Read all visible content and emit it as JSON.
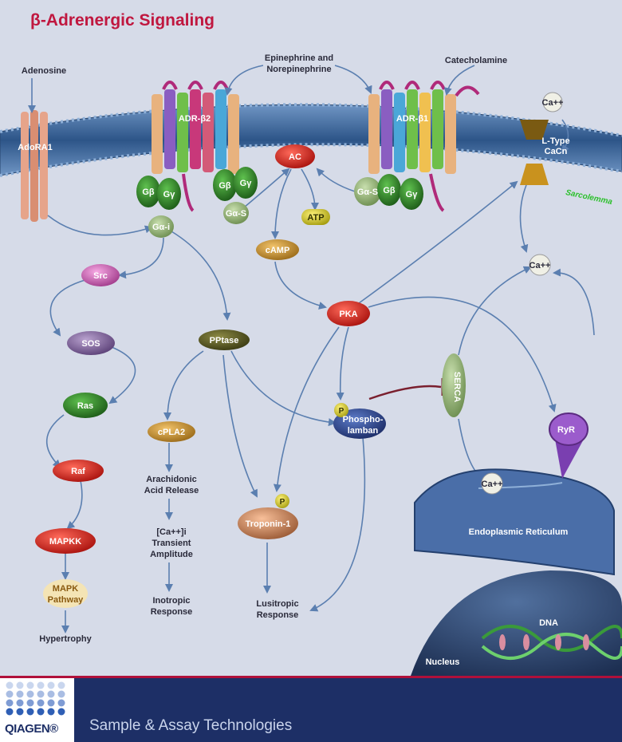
{
  "title": "β-Adrenergic Signaling",
  "labels": {
    "adenosine": "Adenosine",
    "epinephrine_1": "Epinephrine and",
    "epinephrine_2": "Norepinephrine",
    "catecholamine": "Catecholamine",
    "adora1": "AdoRA1",
    "adr_b2": "ADR-β2",
    "adr_b1": "ADR-β1",
    "ltype_1": "L-Type",
    "ltype_2": "CaCn",
    "sarcolemma": "Sarcolemma",
    "ca_top": "Ca++",
    "ca_mid": "Ca++",
    "ca_er": "Ca++",
    "gb1": "Gβ",
    "gg1": "Gγ",
    "gai": "Gα-i",
    "gb2": "Gβ",
    "gg2": "Gγ",
    "gas2": "Gα-S",
    "gas3": "Gα-S",
    "gb3": "Gβ",
    "gg3": "Gγ",
    "ac": "AC",
    "atp": "ATP",
    "camp": "cAMP",
    "pka": "PKA",
    "src": "Src",
    "sos": "SOS",
    "ras": "Ras",
    "raf": "Raf",
    "mapkk": "MAPKK",
    "mapk_1": "MAPK",
    "mapk_2": "Pathway",
    "hypertrophy": "Hypertrophy",
    "pptase": "PPtase",
    "cpla2": "cPLA2",
    "arach_1": "Arachidonic",
    "arach_2": "Acid Release",
    "ca_amp_1": "[Ca++]i",
    "ca_amp_2": "Transient",
    "ca_amp_3": "Amplitude",
    "inotropic_1": "Inotropic",
    "inotropic_2": "Response",
    "troponin": "Troponin-1",
    "p_tn": "P",
    "p_pl": "P",
    "phospho_1": "Phospho-",
    "phospho_2": "lamban",
    "lusitropic_1": "Lusitropic",
    "lusitropic_2": "Response",
    "serca": "SERCA",
    "ryr": "RyR",
    "er": "Endoplasmic Reticulum",
    "dna": "DNA",
    "nucleus": "Nucleus"
  },
  "footer": {
    "logo": "QIAGEN®",
    "tagline": "Sample & Assay Technologies"
  },
  "colors": {
    "title": "#c0173f",
    "membrane": "#3f6a9e",
    "arrow": "#5b7fb0",
    "footer_bg": "#1d2f66"
  }
}
